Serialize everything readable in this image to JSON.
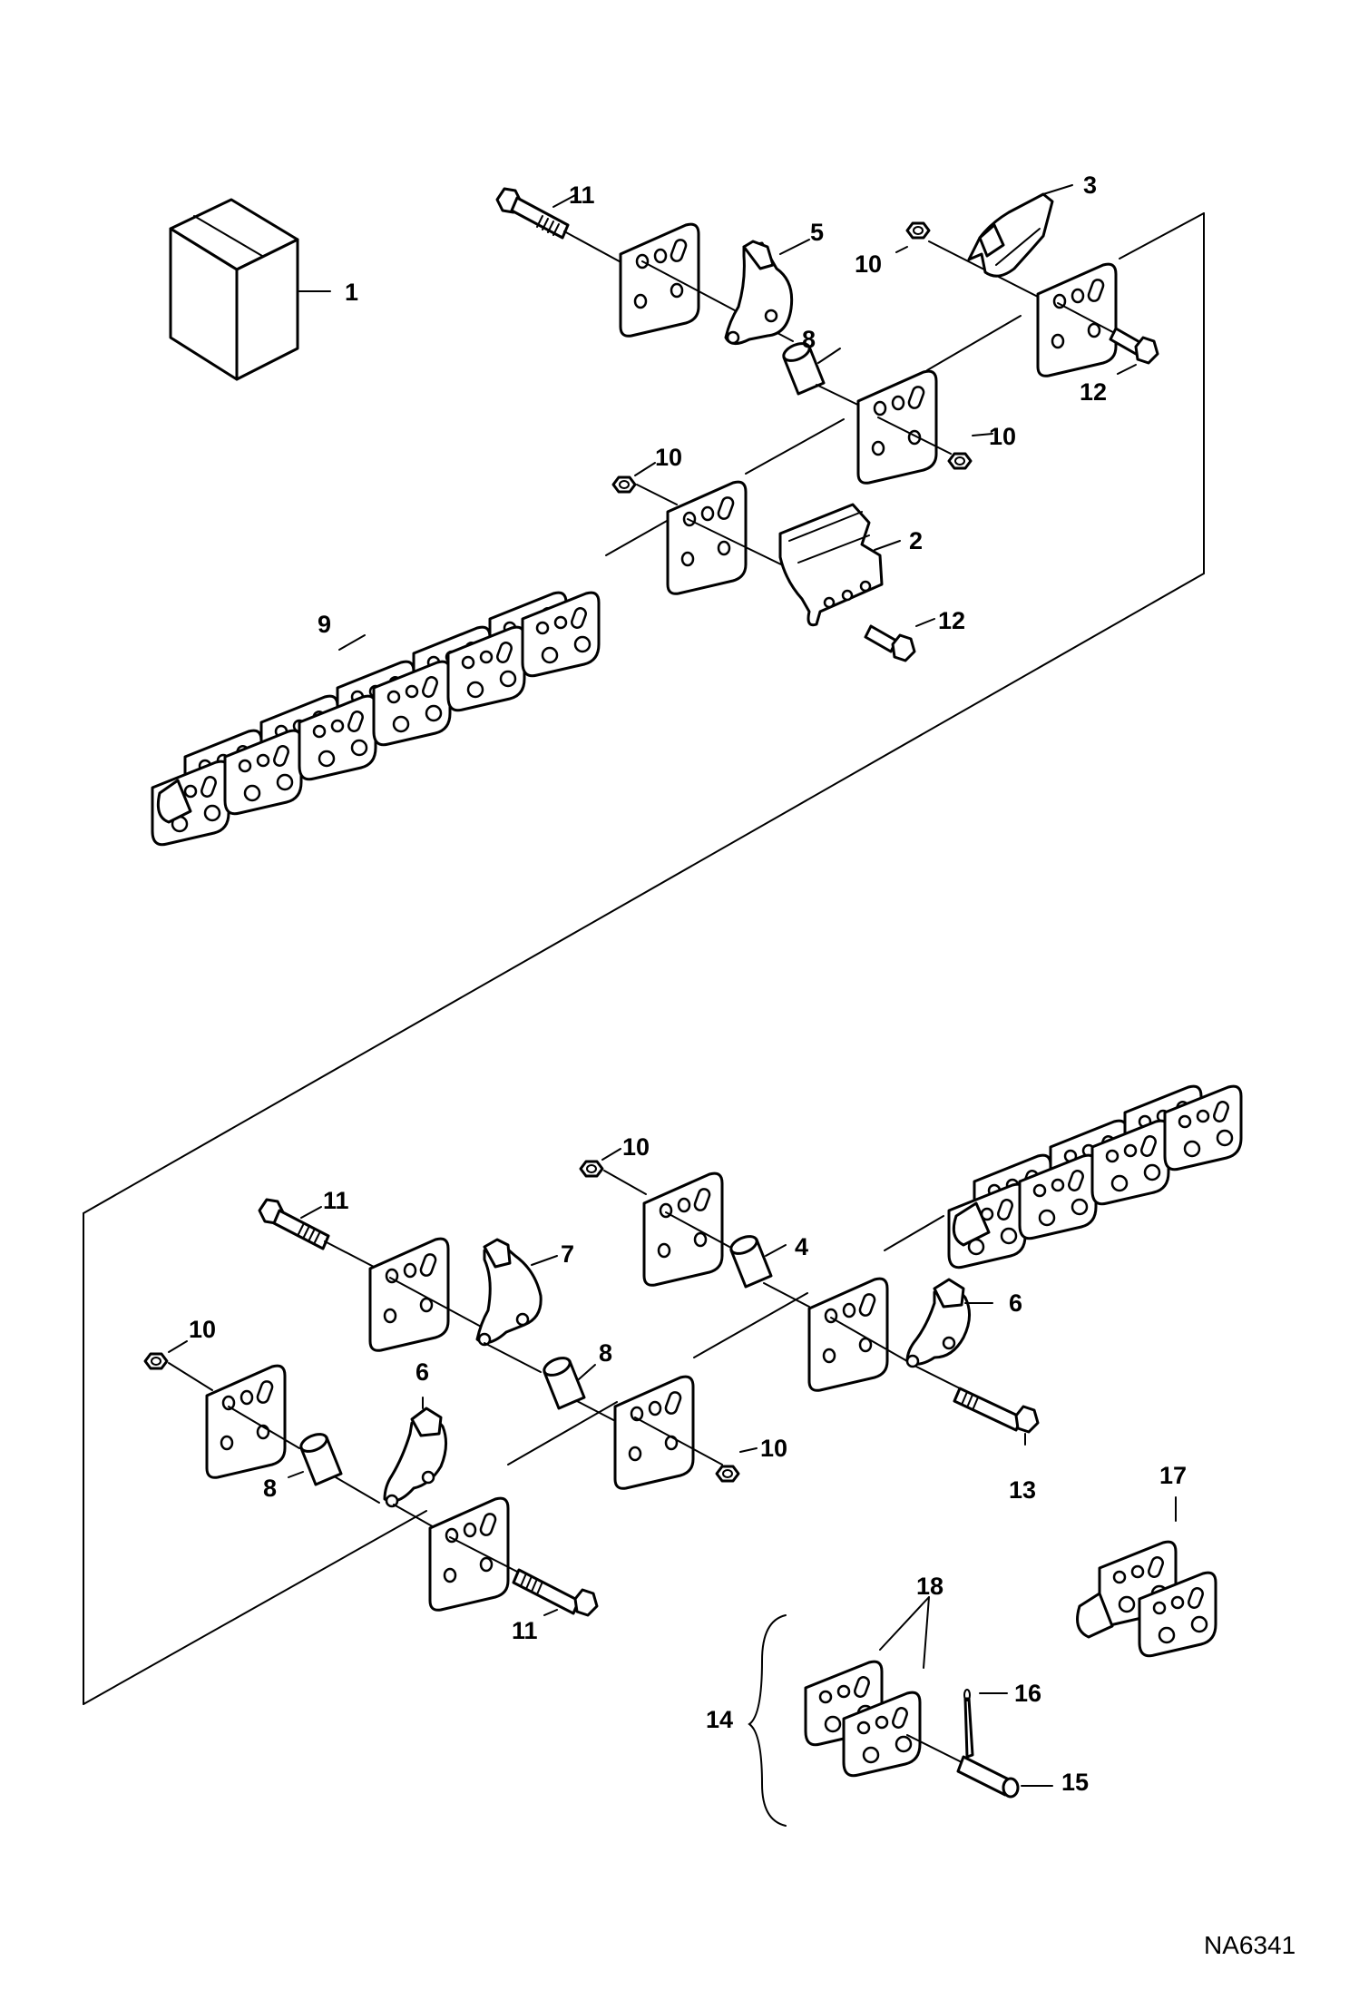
{
  "figure_id": "NA6341",
  "callouts": {
    "c1": "1",
    "c2": "2",
    "c3": "3",
    "c4": "4",
    "c5": "5",
    "c6a": "6",
    "c6b": "6",
    "c7": "7",
    "c8a": "8",
    "c8b": "8",
    "c8c": "8",
    "c9": "9",
    "c10a": "10",
    "c10b": "10",
    "c10c": "10",
    "c10d": "10",
    "c10e": "10",
    "c11a": "11",
    "c11b": "11",
    "c11c": "11",
    "c12a": "12",
    "c12b": "12",
    "c13": "13",
    "c14": "14",
    "c15": "15",
    "c16": "16",
    "c17": "17",
    "c18": "18"
  },
  "colors": {
    "line": "#000000",
    "background": "#ffffff"
  }
}
